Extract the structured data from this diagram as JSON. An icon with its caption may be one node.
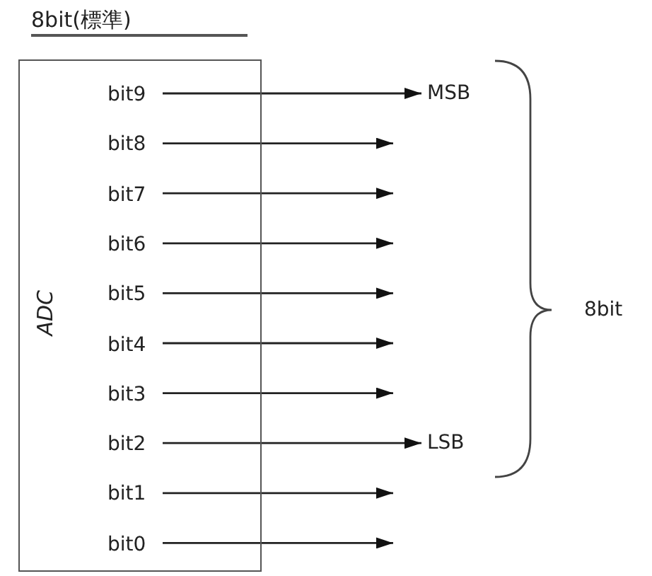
{
  "diagram": {
    "title": "8bit(標準)",
    "nodes": [
      {
        "text": [
          "ADC"
        ]
      },
      {
        "text": [
          "bit9"
        ],
        "in": 0
      },
      {
        "text": [
          "bit8"
        ],
        "in": 0
      },
      {
        "text": [
          "bit7"
        ],
        "in": 0
      },
      {
        "text": [
          "bit6"
        ],
        "in": 0
      },
      {
        "text": [
          "bit5"
        ],
        "in": 0
      },
      {
        "text": [
          "bit4"
        ],
        "in": 0
      },
      {
        "text": [
          "bit3"
        ],
        "in": 0
      },
      {
        "text": [
          "bit2"
        ],
        "in": 0
      },
      {
        "text": [
          "bit1"
        ],
        "in": 0
      },
      {
        "text": [
          "bit0"
        ],
        "in": 0
      },
      {
        "text": [
          "MSB"
        ]
      },
      {
        "text": [
          "LSB"
        ]
      }
    ],
    "edges": [
      {
        "from": 1,
        "to": 11,
        "arrow": "to"
      },
      {
        "from": 2,
        "to": null,
        "arrow": "to"
      },
      {
        "from": 3,
        "to": null,
        "arrow": "to"
      },
      {
        "from": 4,
        "to": null,
        "arrow": "to"
      },
      {
        "from": 5,
        "to": null,
        "arrow": "to"
      },
      {
        "from": 6,
        "to": null,
        "arrow": "to"
      },
      {
        "from": 7,
        "to": null,
        "arrow": "to"
      },
      {
        "from": 8,
        "to": 12,
        "arrow": "to"
      },
      {
        "from": 9,
        "to": null,
        "arrow": "to"
      },
      {
        "from": 10,
        "to": null,
        "arrow": "to"
      }
    ],
    "labels": [
      "8bit"
    ]
  }
}
